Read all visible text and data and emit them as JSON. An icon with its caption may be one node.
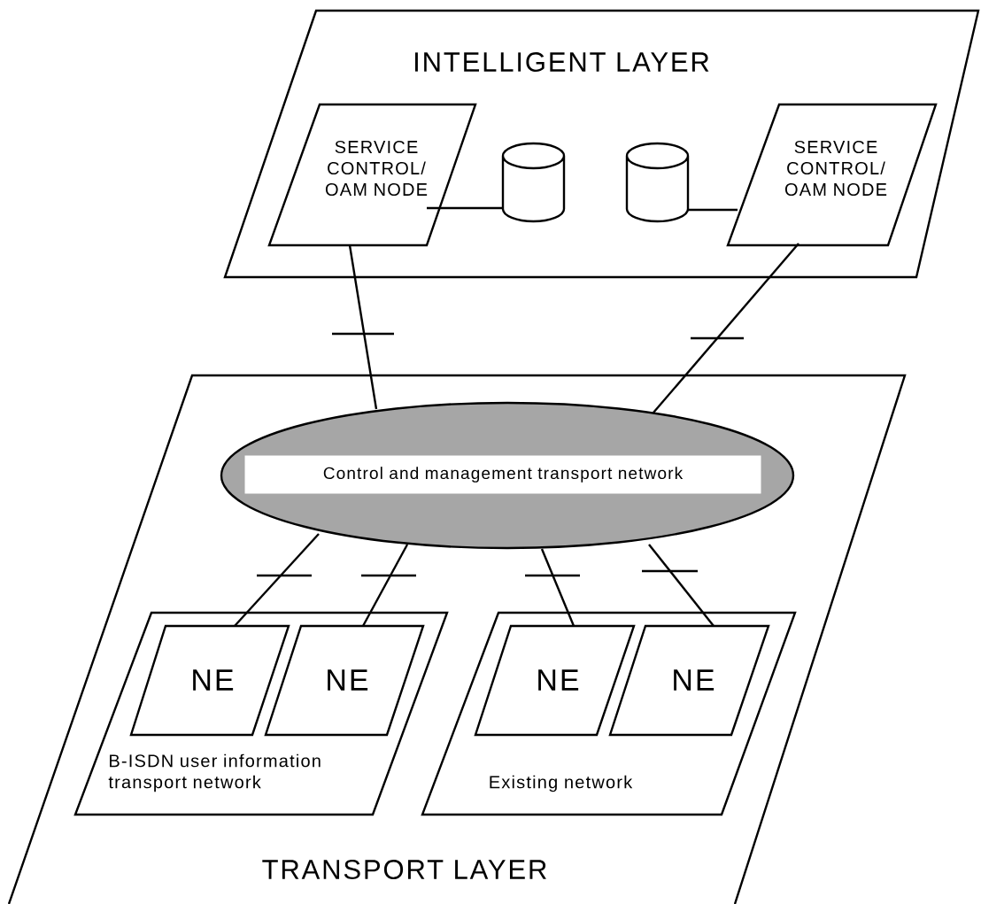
{
  "diagram": {
    "nodes": [
      {
        "text": [
          "INTELLIGENT LAYER"
        ]
      },
      {
        "text": [
          "SERVICE CONTROL/ OAM NODE"
        ],
        "in": 0
      },
      {
        "text": [],
        "shape": "cylinder",
        "in": 0
      },
      {
        "text": [],
        "shape": "cylinder",
        "in": 0
      },
      {
        "text": [
          "SERVICE CONTROL/ OAM NODE"
        ],
        "in": 0
      },
      {
        "text": [
          "TRANSPORT LAYER"
        ]
      },
      {
        "text": [
          "Control and management transport network"
        ],
        "in": 5
      },
      {
        "text": [
          "B-ISDN user information transport network"
        ],
        "in": 5
      },
      {
        "text": [
          "NE"
        ],
        "in": 7
      },
      {
        "text": [
          "NE"
        ],
        "in": 7
      },
      {
        "text": [
          "Existing network"
        ],
        "in": 5
      },
      {
        "text": [
          "NE"
        ],
        "in": 10
      },
      {
        "text": [
          "NE"
        ],
        "in": 10
      }
    ],
    "edges": [
      {
        "from": 1,
        "to": 2,
        "arrow": "none"
      },
      {
        "from": 3,
        "to": 4,
        "arrow": "none"
      },
      {
        "from": 1,
        "to": 6,
        "arrow": "none"
      },
      {
        "from": 4,
        "to": 6,
        "arrow": "none"
      },
      {
        "from": 6,
        "to": 8,
        "arrow": "none"
      },
      {
        "from": 6,
        "to": 9,
        "arrow": "none"
      },
      {
        "from": 6,
        "to": 11,
        "arrow": "none"
      },
      {
        "from": 6,
        "to": 12,
        "arrow": "none"
      }
    ]
  }
}
